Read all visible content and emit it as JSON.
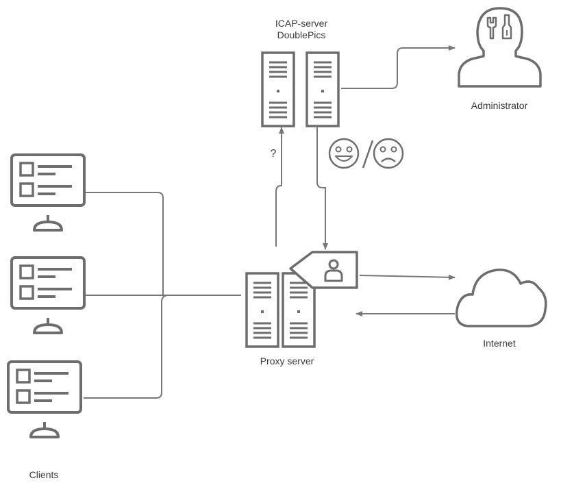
{
  "icap": {
    "title_line1": "ICAP-server",
    "title_line2": "DoublePics"
  },
  "admin": {
    "label": "Administrator"
  },
  "proxy": {
    "label": "Proxy server"
  },
  "internet": {
    "label": "Internet"
  },
  "clients": {
    "label": "Clients"
  },
  "request_mark": "?",
  "colors": {
    "line": "#777777",
    "icon": "#6d6d6d",
    "text": "#3a3a3a"
  }
}
